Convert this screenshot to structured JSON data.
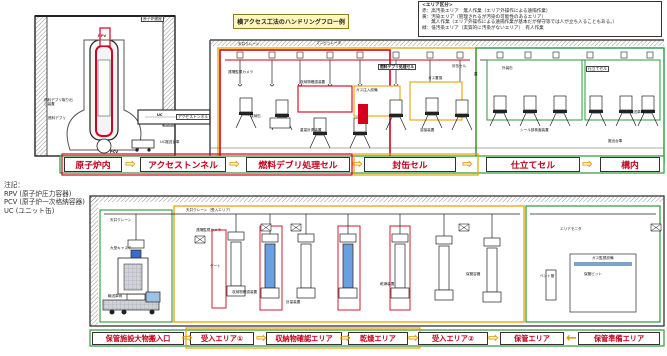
{
  "title": "燃料デブリ取り出しに関わる検討（例）",
  "top_title": "横アクセス工法のハンドリングフロー例",
  "legend": {
    "heading": "<エリア区分>",
    "lines": [
      "赤：高汚染エリア　無人作業（エリア外操作による遠隔作業）",
      "黄：汚染エリア（管理されるが汚染の可能性のあるエリア）",
      "　　無人作業（エリア外操作による遠隔作業が基本だが保守等では人が立ち入ることもある。）",
      "緑：低汚染エリア（実質的に汚染がないエリア）　有人作業"
    ]
  },
  "note": {
    "title": "注記：",
    "lines": [
      "RPV (原子炉圧力容器)",
      "PCV (原子炉一次格納容器)",
      "UC (ユニット缶)"
    ]
  },
  "top_flow": {
    "stages": [
      "原子炉内",
      "アクセストンネル",
      "燃料デブリ処理セル",
      "封缶セル",
      "仕立てセル",
      "構内"
    ],
    "arrow_symbol": "⇨"
  },
  "bottom_flow": {
    "stages": [
      "保管施設大物搬入口",
      "受入エリア①",
      "収納物確認エリア",
      "乾燥エリア",
      "受入エリア②",
      "保管エリア",
      "保管準備エリア"
    ],
    "arrow_symbol": "⇨",
    "back_arrow": "←"
  },
  "top_labels": {
    "reactor_building": "原子炉建屋",
    "rpv": "RPV",
    "pcv": "PCV",
    "uc": "UC",
    "debris_tool": "燃料デブリ取り出し装置",
    "debris": "燃料デブリ",
    "access_tunnel": "アクセストンネル",
    "uc_carrier": "UC搬送台車",
    "manipulator": "マニピュレータ",
    "camera": "遠隔監視カメラ",
    "processing_cell": "燃料デブリ処理セル",
    "sealing_cell": "封缶セル",
    "gas_feed": "ガス注入設備",
    "carry_out_cart": "搬出台車",
    "assembly_cell": "仕立てセル",
    "outer_can": "外装缶",
    "transport_vehicle": "搬送車両",
    "crane": "天井クレーン",
    "inspection": "収納物確認装置",
    "weighing": "重量計測装置",
    "welding": "溶接装置",
    "lid": "蓋",
    "container": "収納缶",
    "gas_purge": "ガス置換",
    "seal_inspection": "シール部検査装置"
  },
  "bottom_labels": {
    "cask": "大型キャスク",
    "truck": "輸送車両",
    "crane": "天井クレーン",
    "gate": "ゲート",
    "camera": "遠隔監視カメラ",
    "dryer": "乾燥装置",
    "measurement": "計量装置",
    "inspection": "収納物確認装置",
    "storage_can": "保管容器",
    "storage_pit": "保管ピット",
    "area_monitor": "エリアモニタ",
    "gas_monitor": "ガス監視設備",
    "vent": "ベント管",
    "overhead": "天井クレーン（受入エリア）"
  }
}
